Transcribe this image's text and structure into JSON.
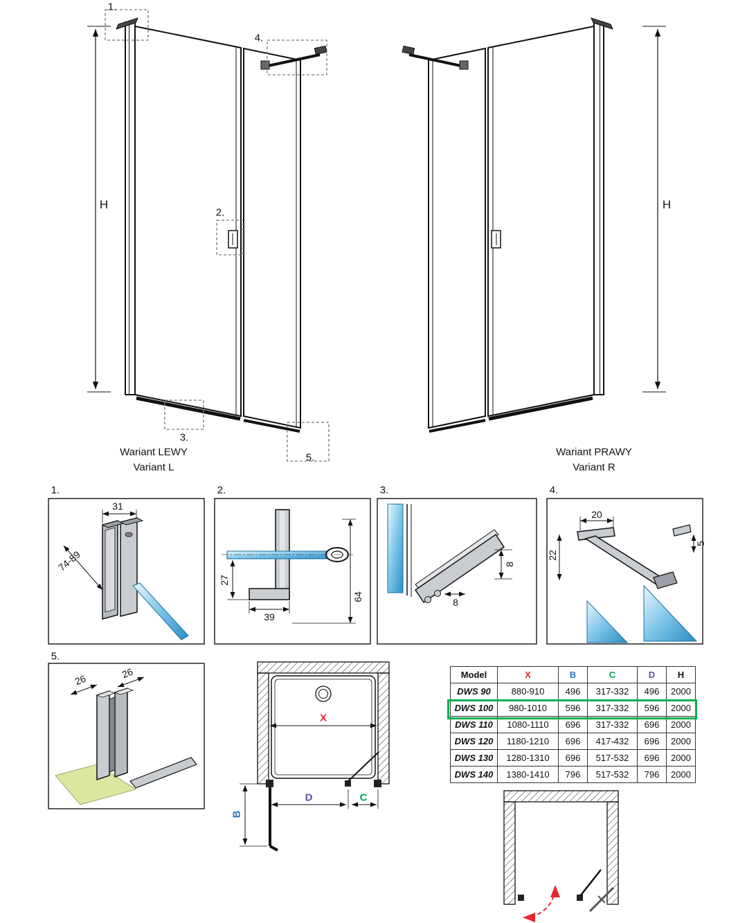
{
  "page": {
    "background": "#ffffff"
  },
  "elevations": {
    "left": {
      "title_line1": "Wariant LEWY",
      "title_line2": "Variant L",
      "height_label": "H",
      "callout_1": "1.",
      "callout_2": "2.",
      "callout_3": "3.",
      "callout_4": "4.",
      "callout_5": "5."
    },
    "right": {
      "title_line1": "Wariant PRAWY",
      "title_line2": "Variant R",
      "height_label": "H"
    }
  },
  "details": {
    "d1": {
      "label": "1.",
      "width": "31",
      "depth_range": "74-89"
    },
    "d2": {
      "label": "2.",
      "height": "27",
      "width": "39",
      "total": "64"
    },
    "d3": {
      "label": "3.",
      "thickness": "8",
      "width": "8"
    },
    "d4": {
      "label": "4.",
      "width": "20",
      "height": "22",
      "thickness": "5"
    },
    "d5": {
      "label": "5.",
      "dim_left": "26",
      "dim_right": "26"
    }
  },
  "plan": {
    "width_label": "X",
    "door_label": "D",
    "fixed_label": "C",
    "swing_label": "B"
  },
  "table": {
    "headers": {
      "model": "Model",
      "x": "X",
      "b": "B",
      "c": "C",
      "d": "D",
      "h": "H"
    },
    "rows": [
      {
        "model": "DWS 90",
        "x": "880-910",
        "b": "496",
        "c": "317-332",
        "d": "496",
        "h": "2000"
      },
      {
        "model": "DWS 100",
        "x": "980-1010",
        "b": "596",
        "c": "317-332",
        "d": "596",
        "h": "2000"
      },
      {
        "model": "DWS 110",
        "x": "1080-1110",
        "b": "696",
        "c": "317-332",
        "d": "696",
        "h": "2000"
      },
      {
        "model": "DWS 120",
        "x": "1180-1210",
        "b": "696",
        "c": "417-432",
        "d": "696",
        "h": "2000"
      },
      {
        "model": "DWS 130",
        "x": "1280-1310",
        "b": "696",
        "c": "517-532",
        "d": "696",
        "h": "2000"
      },
      {
        "model": "DWS 140",
        "x": "1380-1410",
        "b": "796",
        "c": "517-532",
        "d": "796",
        "h": "2000"
      }
    ],
    "highlighted_model": "DWS 100"
  },
  "colors": {
    "x_red": "#e8262d",
    "b_blue": "#2e75b6",
    "c_green": "#00a651",
    "d_purple": "#5a52a3",
    "highlight_green": "#00b050",
    "glass_blue": "#2b8ec6"
  }
}
